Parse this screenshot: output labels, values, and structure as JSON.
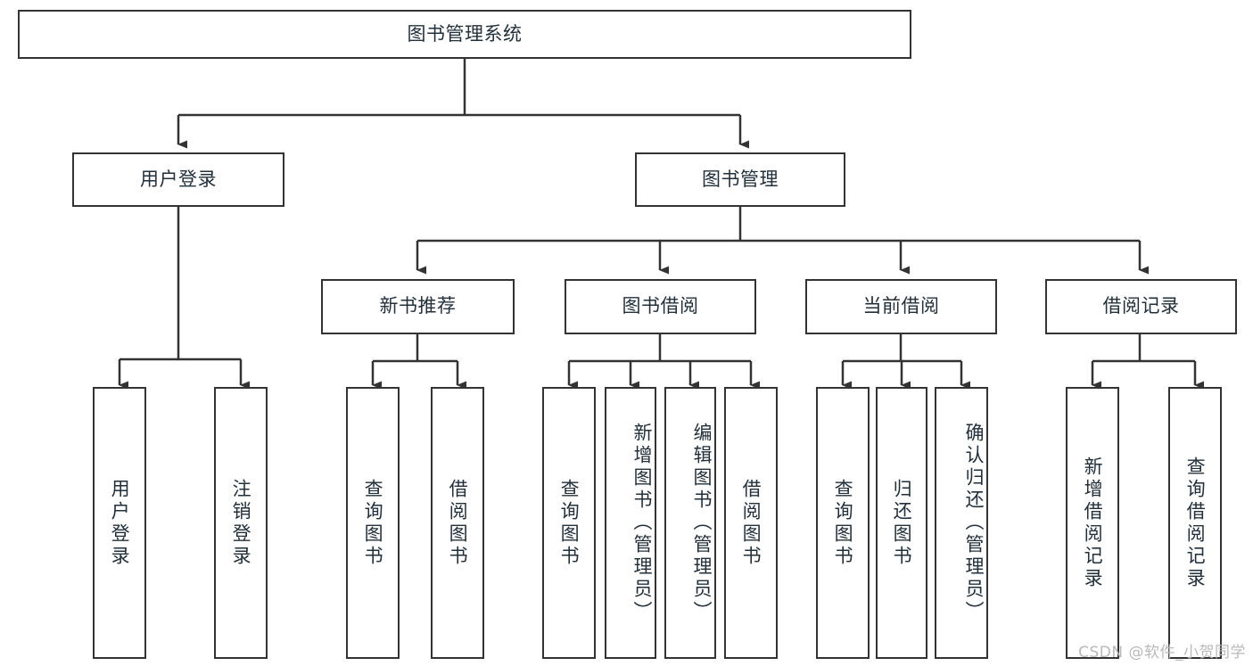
{
  "diagram": {
    "title": "图书管理系统",
    "watermark": "CSDN @软件_小贺同学",
    "colors": {
      "stroke": "#333333",
      "fill": "#ffffff",
      "text": "#22303c",
      "watermark": "#b9b9b9"
    },
    "nodes": {
      "root": {
        "label": "图书管理系统"
      },
      "level2": [
        {
          "label": "用户登录"
        },
        {
          "label": "图书管理"
        }
      ],
      "level3": [
        {
          "label": "新书推荐"
        },
        {
          "label": "图书借阅"
        },
        {
          "label": "当前借阅"
        },
        {
          "label": "借阅记录"
        }
      ],
      "leaves": {
        "user_login": [
          {
            "label": "用户登录"
          },
          {
            "label": "注销登录"
          }
        ],
        "new_book": [
          {
            "label": "查询图书"
          },
          {
            "label": "借阅图书"
          }
        ],
        "book_borrow": [
          {
            "label": "查询图书"
          },
          {
            "label": "新增图书（管理员）"
          },
          {
            "label": "编辑图书（管理员）"
          },
          {
            "label": "借阅图书"
          }
        ],
        "current_borrow": [
          {
            "label": "查询图书"
          },
          {
            "label": "归还图书"
          },
          {
            "label": "确认归还（管理员）"
          }
        ],
        "borrow_record": [
          {
            "label": "新增借阅记录"
          },
          {
            "label": "查询借阅记录"
          }
        ]
      }
    }
  }
}
